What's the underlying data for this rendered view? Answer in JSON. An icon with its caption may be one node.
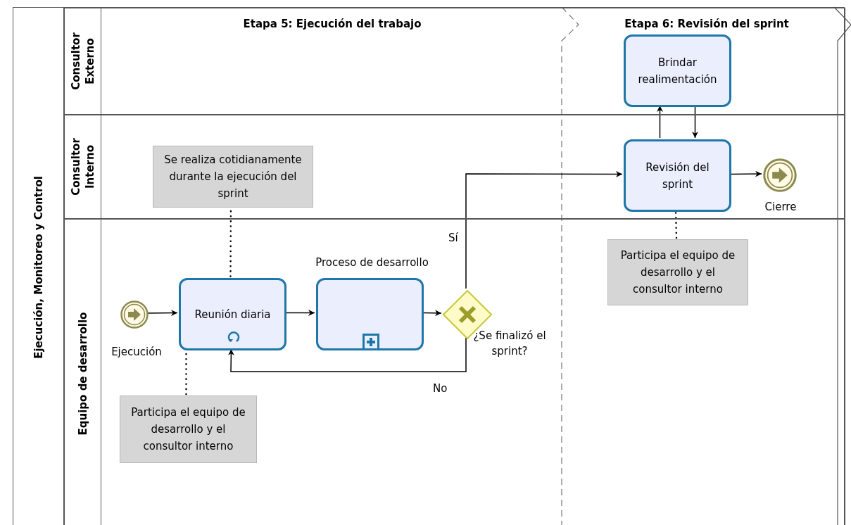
{
  "diagram": {
    "nodes": [
      {
        "text": [
          "Ejecución, Monitoreo y Control"
        ]
      },
      {
        "text": [
          "Consultor Externo"
        ],
        "in": 0
      },
      {
        "text": [
          "Consultor Interno"
        ],
        "in": 0
      },
      {
        "text": [
          "Equipo de desarrollo"
        ],
        "in": 0
      },
      {
        "text": [
          "Etapa 5: Ejecución del trabajo"
        ],
        "in": 1
      },
      {
        "text": [
          "Etapa 6: Revisión del sprint"
        ],
        "in": 1
      },
      {
        "text": [],
        "shape": "circle",
        "beside": [
          "Ejecución"
        ],
        "in": 3
      },
      {
        "text": [
          "Reunión diaria"
        ],
        "in": 3
      },
      {
        "text": [
          "Proceso de desarrollo"
        ],
        "in": 3
      },
      {
        "text": [],
        "shape": "diamond",
        "beside": [
          "¿Se finalizó el sprint?"
        ],
        "in": 3
      },
      {
        "text": [
          "Revisión del sprint"
        ],
        "in": 2
      },
      {
        "text": [
          "Brindar realimentación"
        ],
        "in": 1
      },
      {
        "text": [],
        "shape": "circle",
        "beside": [
          "Cierre"
        ],
        "in": 2
      },
      {
        "text": [
          "Se realiza cotidianamente durante la ejecución del sprint"
        ],
        "in": 2
      },
      {
        "text": [
          "Participa el equipo de desarrollo y el consultor interno"
        ],
        "in": 3
      },
      {
        "text": [
          "Participa el equipo de desarrollo y el consultor interno"
        ],
        "in": 3
      }
    ],
    "edges": [
      {
        "from": 6,
        "to": 7,
        "arrow": "to"
      },
      {
        "from": 7,
        "to": 8,
        "arrow": "to"
      },
      {
        "from": 8,
        "to": 9,
        "arrow": "to"
      },
      {
        "from": 9,
        "to": 10,
        "arrow": "to",
        "label": "Sí"
      },
      {
        "from": 9,
        "to": 7,
        "arrow": "to",
        "label": "No"
      },
      {
        "from": 10,
        "to": 11,
        "arrow": "to"
      },
      {
        "from": 11,
        "to": 10,
        "arrow": "to"
      },
      {
        "from": 10,
        "to": 12,
        "arrow": "to"
      },
      {
        "from": 13,
        "to": 7,
        "arrow": "none",
        "style": "dashed"
      },
      {
        "from": 14,
        "to": 7,
        "arrow": "none",
        "style": "dashed"
      },
      {
        "from": 15,
        "to": 10,
        "arrow": "none",
        "style": "dashed"
      }
    ]
  }
}
